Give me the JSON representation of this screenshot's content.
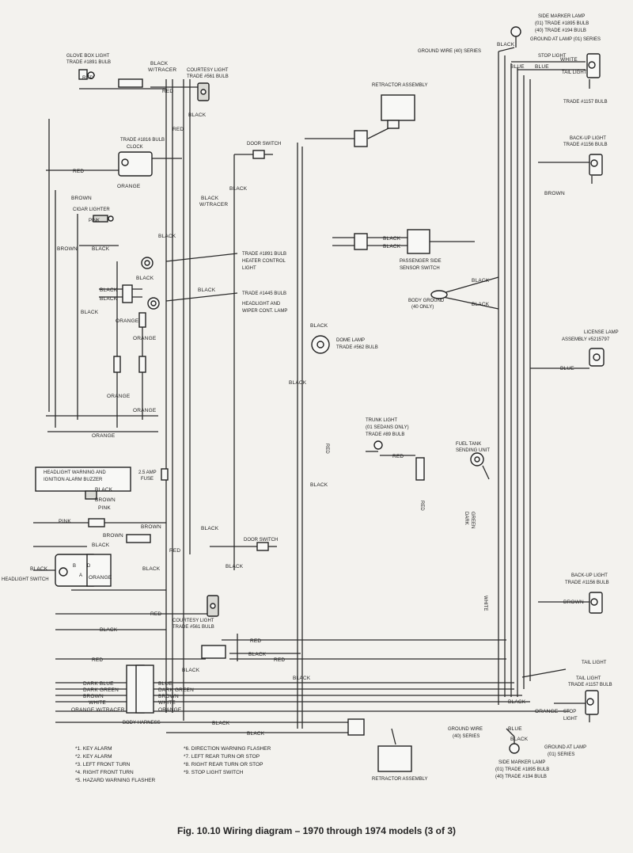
{
  "caption": "Fig. 10.10 Wiring diagram – 1970 through 1974 models (3 of 3)",
  "components": {
    "glove_box_light": "GLOVE BOX LIGHT",
    "glove_box_bulb": "TRADE #1891 BULB",
    "courtesy_light_top": "COURTESY LIGHT",
    "courtesy_light_top_bulb": "TRADE #561 BULB",
    "clock_bulb": "TRADE #1816 BULB",
    "clock": "CLOCK",
    "cigar_lighter": "CIGAR LIGHTER",
    "door_switch_top": "DOOR SWITCH",
    "heater_control_bulb": "TRADE #1891 BULB",
    "heater_control_light": "HEATER CONTROL",
    "heater_control_light2": "LIGHT",
    "headlight_wiper_bulb": "TRADE #1445 BULB",
    "headlight_wiper_lamp": "HEADLIGHT AND",
    "headlight_wiper_lamp2": "WIPER CONT. LAMP",
    "retractor_top": "RETRACTOR ASSEMBLY",
    "passenger_sensor": "PASSENGER SIDE",
    "passenger_sensor2": "SENSOR SWITCH",
    "body_ground": "BODY GROUND",
    "body_ground_note": "(40 ONLY)",
    "dome_lamp": "DOME LAMP",
    "dome_lamp_bulb": "TRADE #562 BULB",
    "trunk_light": "TRUNK LIGHT",
    "trunk_light_note": "(01 SEDANS ONLY)",
    "trunk_light_bulb": "TRADE #89 BULB",
    "fuel_tank": "FUEL TANK",
    "fuel_tank2": "SENDING UNIT",
    "headlight_warning": "HEADLIGHT WARNING AND",
    "ignition_alarm": "IGNITION ALARM BUZZER",
    "fuse": "2.5 AMP",
    "fuse2": "FUSE",
    "door_switch_bottom": "DOOR SWITCH",
    "headlight_switch": "HEADLIGHT SWITCH",
    "courtesy_light_bottom": "COURTESY LIGHT",
    "courtesy_light_bottom_bulb": "TRADE #561 BULB",
    "body_harness": "BODY HARNESS",
    "retractor_bottom": "RETRACTOR ASSEMBLY",
    "side_marker_top": "SIDE MARKER LAMP",
    "side_marker_top_01": "(01) TRADE #1895 BULB",
    "side_marker_top_40": "(40) TRADE #194 BULB",
    "ground_at_lamp_top": "GROUND AT LAMP (01) SERIES",
    "ground_wire_top": "GROUND WIRE (40) SERIES",
    "stop_light_top": "STOP LIGHT",
    "tail_light_top": "TAIL LIGHT",
    "tail_light_top_bulb": "TRADE #1157 BULB",
    "backup_top": "BACK-UP LIGHT",
    "backup_top_bulb": "TRADE #1156 BULB",
    "license_lamp": "LICENSE LAMP",
    "license_lamp2": "ASSEMBLY #5215797",
    "backup_bottom": "BACK-UP LIGHT",
    "backup_bottom_bulb": "TRADE #1156 BULB",
    "tail_light_bottom": "TAIL LIGHT",
    "tail_light_bottom2": "TAIL LIGHT",
    "tail_light_bottom_bulb": "TRADE #1157 BULB",
    "stop_light_bottom": "STOP",
    "stop_light_bottom2": "LIGHT",
    "ground_wire_bottom": "GROUND WIRE",
    "ground_wire_bottom2": "(40) SERIES",
    "ground_at_lamp_bottom": "GROUND AT LAMP",
    "ground_at_lamp_bottom2": "(01) SERIES",
    "side_marker_bottom": "SIDE MARKER LAMP",
    "side_marker_bottom_01": "(01) TRADE #1895 BULB",
    "side_marker_bottom_40": "(40) TRADE #194 BULB"
  },
  "wire_labels": {
    "black": "BLACK",
    "black_tracer": "BLACK",
    "w_tracer": "W/TRACER",
    "red": "RED",
    "brown": "BROWN",
    "orange": "ORANGE",
    "pink": "PINK",
    "blue": "BLUE",
    "white": "WHITE",
    "dark_blue": "DARK BLUE",
    "dark_green": "DARK GREEN",
    "dark": "DARK",
    "green": "GREEN",
    "orange_w_tracer": "ORANGE W/TRACER",
    "cigar_pink": "PINK",
    "switch_b": "B",
    "switch_d": "D",
    "switch_a": "A"
  },
  "legend": {
    "left": [
      "*1. KEY ALARM",
      "*2. KEY ALARM",
      "*3. LEFT FRONT TURN",
      "*4. RIGHT FRONT TURN",
      "*5. HAZARD WARNING FLASHER"
    ],
    "right": [
      "*6. DIRECTION WARNING FLASHER",
      "*7. LEFT REAR TURN OR STOP",
      "*8. RIGHT REAR TURN OR STOP",
      "*9. STOP LIGHT SWITCH"
    ]
  }
}
